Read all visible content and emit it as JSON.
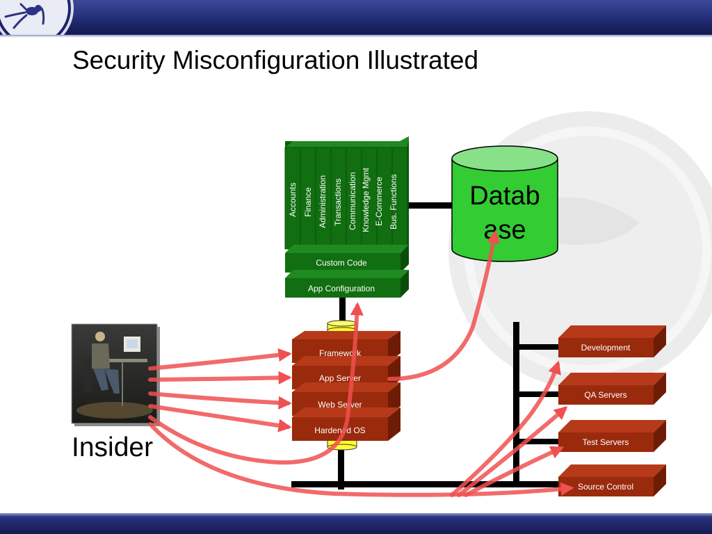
{
  "title": "Security Misconfiguration Illustrated",
  "insider": {
    "label": "Insider"
  },
  "application_modules": [
    "Accounts",
    "Finance",
    "Administration",
    "Transactions",
    "Communication",
    "Knowledge Mgmt",
    "E-Commerce",
    "Bus. Functions"
  ],
  "app_layers": {
    "custom_code": "Custom Code",
    "app_configuration": "App Configuration"
  },
  "database": {
    "line1": "Datab",
    "line2": "ase"
  },
  "platform_stack": {
    "framework": "Framework",
    "app_server": "App Server",
    "web_server": "Web Server",
    "hardened_os": "Hardened OS"
  },
  "environments": {
    "development": "Development",
    "qa_servers": "QA Servers",
    "test_servers": "Test Servers",
    "source_control": "Source Control"
  },
  "colors": {
    "header_blue": "#202a70",
    "module_green": "#116e11",
    "database_green": "#33cc33",
    "server_red": "#9a2a0c",
    "attack_arrow": "#f05050",
    "connector_yellow": "#ffff33"
  }
}
